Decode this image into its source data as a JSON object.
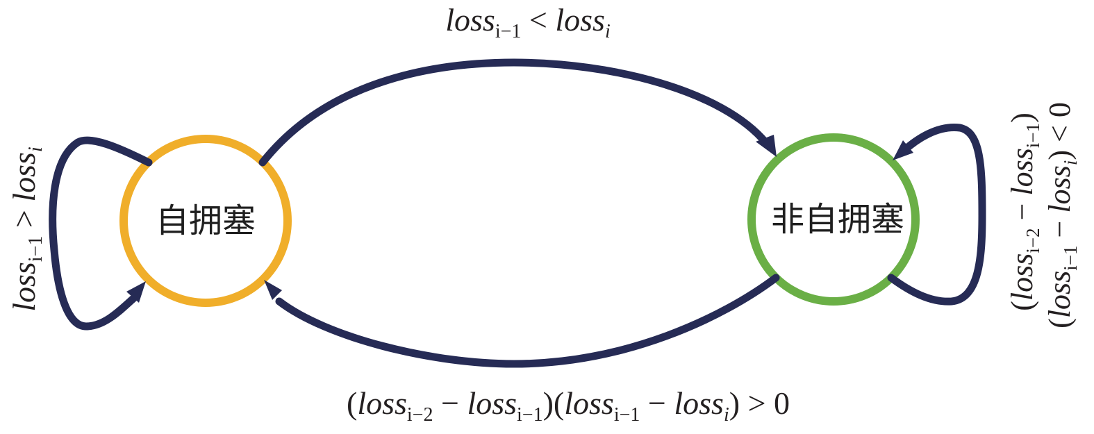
{
  "colors": {
    "congested_state": "#f0ae2a",
    "non_congested_state": "#6aaf46",
    "edge": "#262b55",
    "text": "#231f20"
  },
  "states": {
    "congested": {
      "label": "自拥塞"
    },
    "non_congested": {
      "label": "非自拥塞"
    }
  },
  "transitions": {
    "congested_to_non_congested": {
      "base1": "loss",
      "sub1": "i−1",
      "op": " < ",
      "base2": "loss",
      "sub2": "i"
    },
    "non_congested_to_congested": {
      "p1": "(",
      "b1": "loss",
      "s1": "i−2",
      "m1": " − ",
      "b2": "loss",
      "s2": "i−1",
      "p2": ")(",
      "b3": "loss",
      "s3": "i−1",
      "m2": " − ",
      "b4": "loss",
      "s4": "i",
      "p3": ") > 0"
    },
    "congested_self_loop": {
      "base1": "loss",
      "sub1": "i−1",
      "op": " > ",
      "base2": "loss",
      "sub2": "i"
    },
    "non_congested_self_loop": {
      "line1": {
        "p1": "(",
        "b1": "loss",
        "s1": "i−2",
        "m1": " − ",
        "b2": "loss",
        "s2": "i−1",
        "p2": ")"
      },
      "line2": {
        "p1": "(",
        "b1": "loss",
        "s1": "i−1",
        "m1": " − ",
        "b2": "loss",
        "s2": "i",
        "p2": ") < 0"
      }
    }
  }
}
